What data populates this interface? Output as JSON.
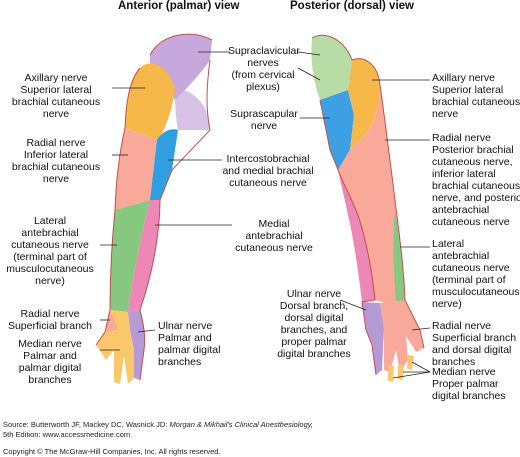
{
  "titles": {
    "anterior": "Anterior (palmar) view",
    "posterior": "Posterior (dorsal) view"
  },
  "labels": {
    "axillary_left": [
      "Axillary nerve",
      "Superior lateral",
      "brachial cutaneous",
      "nerve"
    ],
    "radial_left": [
      "Radial nerve",
      "Inferior lateral",
      "brachial cutaneous",
      "nerve"
    ],
    "lateral_antebrachial_left": [
      "Lateral",
      "antebrachial",
      "cutaneous nerve",
      "(terminal part of",
      "musculocutaneous",
      "nerve)"
    ],
    "radial_superficial_left": [
      "Radial nerve",
      "Superficial branch"
    ],
    "median_left": [
      "Median nerve",
      "Palmar and",
      "palmar digital",
      "branches"
    ],
    "ulnar_left": [
      "Ulnar nerve",
      "Palmar and",
      "palmar digital",
      "branches"
    ],
    "supraclavicular": [
      "Supraclavicular",
      "nerves",
      "(from cervical",
      "plexus)"
    ],
    "suprascapular": [
      "Suprascapular",
      "nerve"
    ],
    "intercostobrachial": [
      "Intercostobrachial",
      "and medial brachial",
      "cutaneous nerve"
    ],
    "medial_antebrachial": [
      "Medial",
      "antebrachial",
      "cutaneous nerve"
    ],
    "ulnar_dorsal": [
      "Ulnar nerve",
      "Dorsal branch,",
      "dorsal digital",
      "branches, and",
      "proper palmar",
      "digital branches"
    ],
    "axillary_right": [
      "Axillary nerve",
      "Superior lateral",
      "brachial cutaneous",
      "nerve"
    ],
    "radial_right": [
      "Radial nerve",
      "Posterior brachial",
      "cutaneous nerve,",
      "inferior lateral",
      "brachial cutaneous",
      "nerve, and posterior",
      "antebrachial",
      "cutaneous nerve"
    ],
    "lateral_antebrachial_right": [
      "Lateral",
      "antebrachial",
      "cutaneous nerve",
      "(terminal part of",
      "musculocutaneous",
      "nerve)"
    ],
    "radial_superficial_right": [
      "Radial nerve",
      "Superficial branch",
      "and dorsal digital",
      "branches"
    ],
    "median_right": [
      "Median nerve",
      "Proper palmar",
      "digital branches"
    ]
  },
  "source": {
    "line1_prefix": "Source: Butterworth JF, Mackey DC, Wasnick JD: ",
    "line1_title": "Morgan & Mikhail's Clinical Anesthesiology,",
    "line2": "5th Edition: www.accessmedicine.com",
    "copyright": "Copyright © The McGraw-Hill Companies, Inc. All rights reserved."
  },
  "colors": {
    "axillary": "#f7b84a",
    "radial": "#f8a99a",
    "musculocutaneous": "#86c87f",
    "ulnar": "#b59ad6",
    "median": "#f9c86a",
    "medial_antebrachial": "#ec87b6",
    "intercostobrachial": "#2f9fe0",
    "supraclavicular": "#c6a8dc",
    "supraclavicular_post": "#b8dca6",
    "suprascapular": "#3d9fe4",
    "outline": "#c0504d"
  }
}
